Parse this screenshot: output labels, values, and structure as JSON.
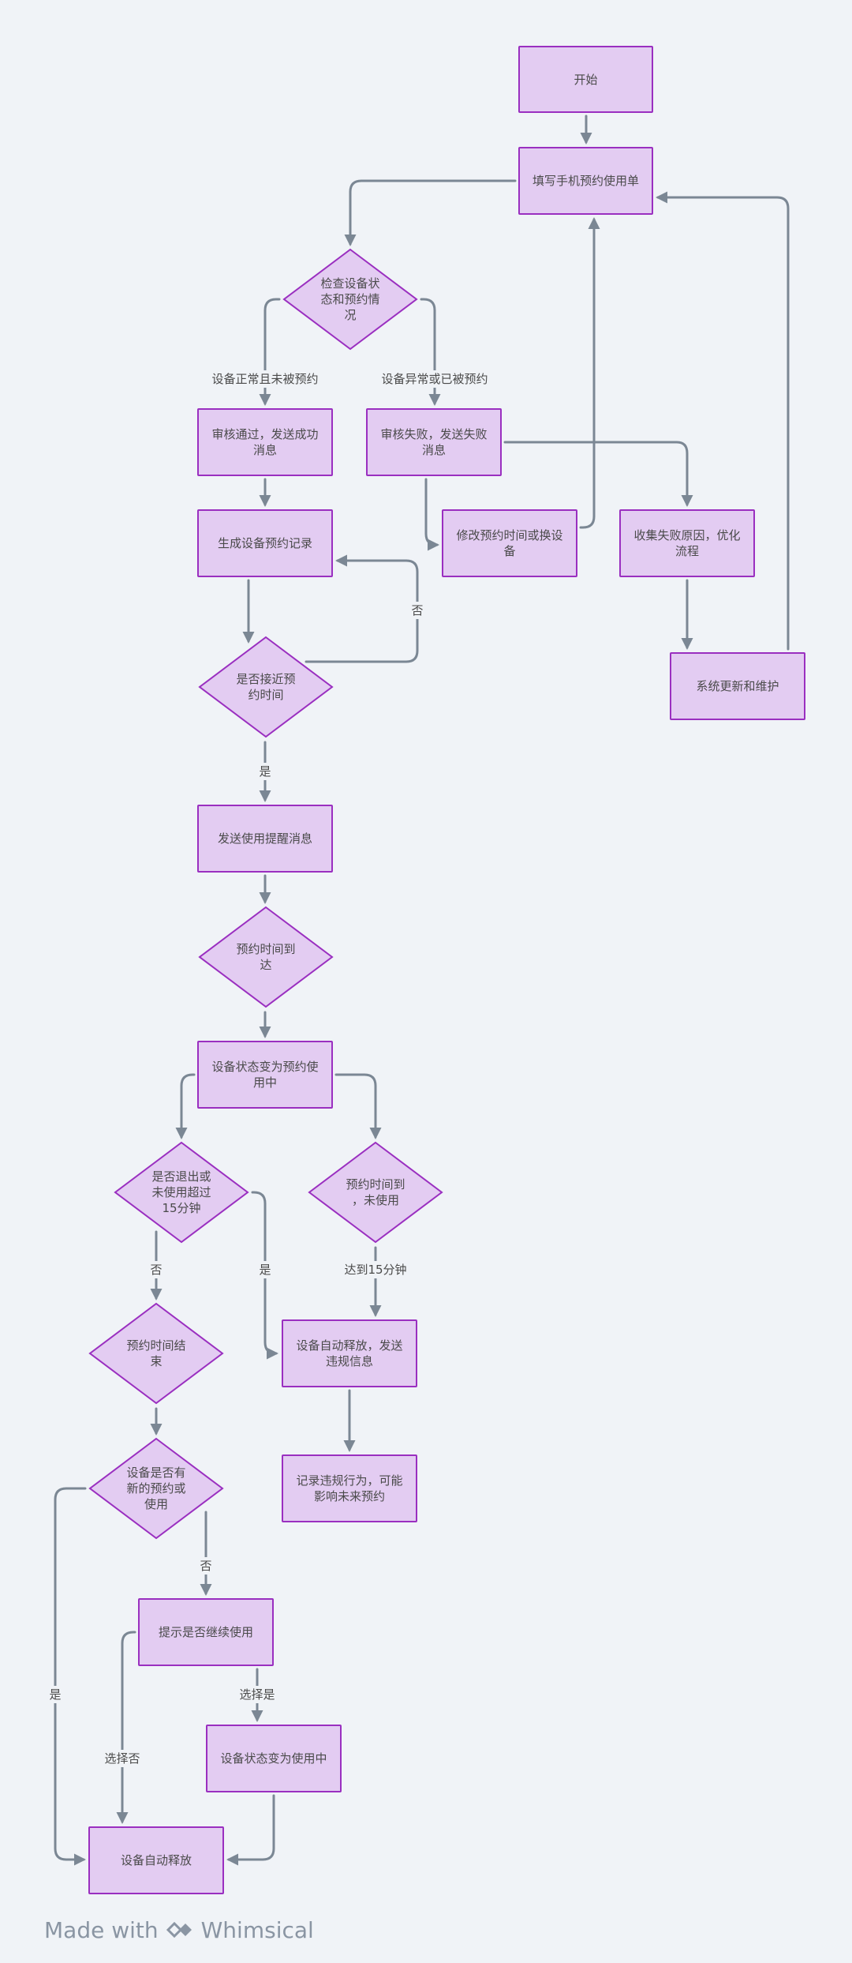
{
  "nodes": {
    "start": "开始",
    "fill_form": "填写手机预约使用单",
    "check_status": "检查设备状\n态和预约情\n况",
    "approve": "审核通过，发送成功\n消息",
    "reject": "审核失败，发送失败\n消息",
    "generate_record": "生成设备预约记录",
    "modify_time": "修改预约时间或换设\n备",
    "collect_reason": "收集失败原因，优化\n流程",
    "system_update": "系统更新和维护",
    "near_time": "是否接近预\n约时间",
    "send_reminder": "发送使用提醒消息",
    "time_arrived": "预约时间到\n达",
    "status_in_use": "设备状态变为预约使\n用中",
    "exit_or_unused": "是否退出或\n未使用超过\n15分钟",
    "arrived_unused": "预约时间到\n，未使用",
    "reservation_end": "预约时间结\n束",
    "auto_release_notice": "设备自动释放，发送\n违规信息",
    "record_violation": "记录违规行为，可能\n影响未来预约",
    "new_reservation": "设备是否有\n新的预约或\n使用",
    "prompt_continue": "提示是否继续使用",
    "status_using": "设备状态变为使用中",
    "auto_release": "设备自动释放"
  },
  "edge_labels": {
    "normal_unreserved": "设备正常且未被预约",
    "abnormal_reserved": "设备异常或已被预约",
    "no": "否",
    "yes": "是",
    "reach_15min": "达到15分钟",
    "choose_yes": "选择是",
    "choose_no": "选择否"
  },
  "watermark": {
    "prefix": "Made with",
    "brand": "Whimsical"
  },
  "colors": {
    "node_fill": "#e3ccf2",
    "node_border": "#9a2fc0",
    "edge": "#7b8794",
    "background": "#f0f3f7"
  }
}
